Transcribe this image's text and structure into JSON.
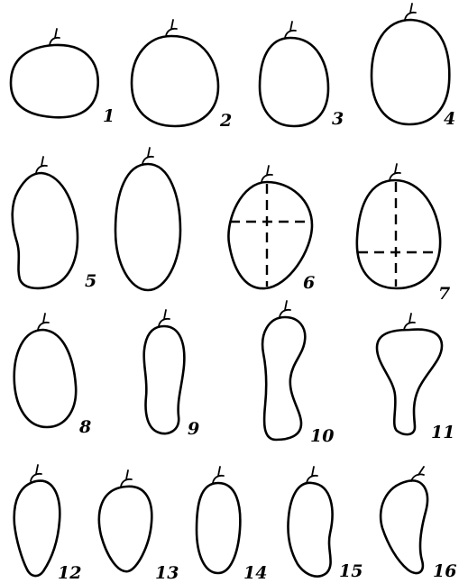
{
  "figure": {
    "shapes": [
      {
        "label": "1",
        "name": "round"
      },
      {
        "label": "2",
        "name": "round"
      },
      {
        "label": "3",
        "name": "broad-oval"
      },
      {
        "label": "4",
        "name": "oval"
      },
      {
        "label": "5",
        "name": "elongated-waisted"
      },
      {
        "label": "",
        "name": "elongated"
      },
      {
        "label": "6",
        "name": "obovate-with-axes"
      },
      {
        "label": "7",
        "name": "ovate-with-axes"
      },
      {
        "label": "8",
        "name": "oval-tapered"
      },
      {
        "label": "9",
        "name": "cylindrical"
      },
      {
        "label": "10",
        "name": "pear-shaped"
      },
      {
        "label": "11",
        "name": "pear-shaped-long-neck"
      },
      {
        "label": "12",
        "name": "curved-tapered"
      },
      {
        "label": "13",
        "name": "blunt-conical"
      },
      {
        "label": "14",
        "name": "short-cylindrical"
      },
      {
        "label": "15",
        "name": "curved-pear"
      },
      {
        "label": "16",
        "name": "sickle-shaped"
      }
    ]
  }
}
